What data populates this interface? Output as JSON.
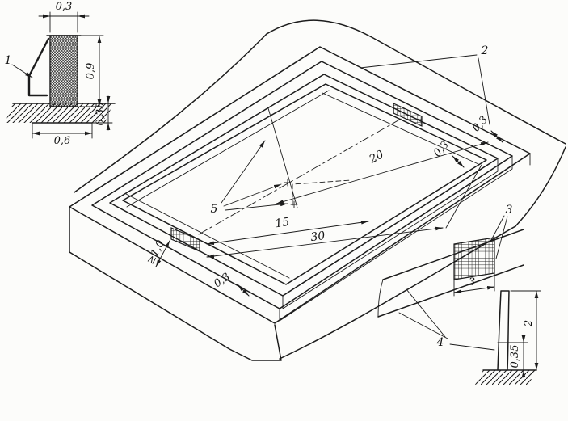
{
  "drawing": {
    "callouts": {
      "c1": "1",
      "c2": "2",
      "c3": "3",
      "c4": "4",
      "c5": "5"
    },
    "dims": {
      "board_top": "0,3",
      "board_height": "0,9",
      "base_width": "0,6",
      "base_depth": "0,35",
      "field_20": "20",
      "field_15": "15",
      "field_30": "30",
      "edge_a": "0,3",
      "edge_b": "0,3",
      "edge_bottom": "0,3",
      "clearance": "≥1,0",
      "goal_width": "3",
      "post_height": "2",
      "post_base": "0,35"
    }
  }
}
